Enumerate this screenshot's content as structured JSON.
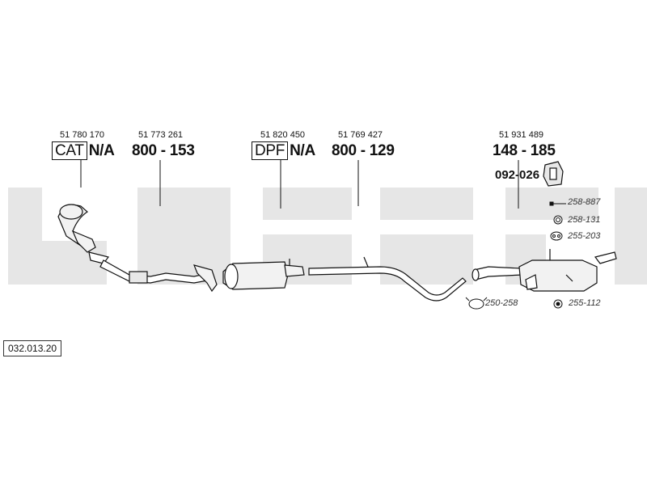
{
  "parts": [
    {
      "id": "cat",
      "part_number": "51 780 170",
      "code_box": "CAT",
      "code": "N/A"
    },
    {
      "id": "front-pipe",
      "part_number": "51 773 261",
      "code": "800 - 153"
    },
    {
      "id": "dpf",
      "part_number": "51 820 450",
      "code_box": "DPF",
      "code": "N/A"
    },
    {
      "id": "middle-pipe",
      "part_number": "51 769 427",
      "code": "800 - 129"
    },
    {
      "id": "rear-silencer",
      "part_number": "51 931 489",
      "code": "148 - 185"
    }
  ],
  "mounting": {
    "code": "092-026"
  },
  "accessories": [
    {
      "id": "bolt",
      "code": "258-887"
    },
    {
      "id": "ring",
      "code": "258-131"
    },
    {
      "id": "rubber-hanger",
      "code": "255-203"
    },
    {
      "id": "clamp",
      "code": "250-258"
    },
    {
      "id": "gasket",
      "code": "255-112"
    }
  ],
  "diagram_ref": "032.013.20",
  "colors": {
    "watermark": "#e6e6e6",
    "ink": "#111111",
    "part_fill": "#f2f2f2"
  }
}
